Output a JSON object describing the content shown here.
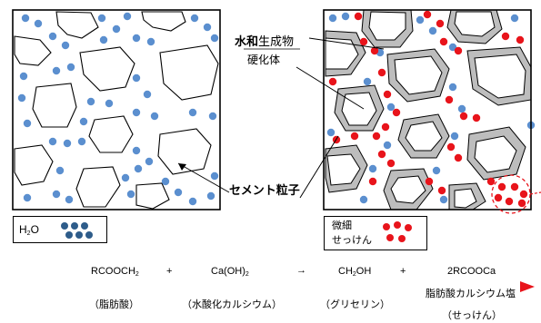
{
  "colors": {
    "water": "#5b8fcf",
    "water_legend": "#2e5c8a",
    "soap": "#e8141b",
    "product": "#bdbdbd",
    "outline": "#000000"
  },
  "labels": {
    "hydration_product_line1_a": "水和",
    "hydration_product_line1_b": "生成物",
    "hydration_product_line2": "硬化体",
    "cement_particle": "セメント粒子",
    "soap_line1": "微細",
    "soap_line2": "せっけん"
  },
  "legend_water": {
    "formula_main": "H",
    "formula_sub": "2",
    "formula_end": "O"
  },
  "equation": {
    "reactant1_main": "RCOOCH",
    "reactant1_sub": "2",
    "plus1": "+",
    "reactant2_main": "Ca(OH)",
    "reactant2_sub": "2",
    "arrow": "→",
    "product1_main": "CH",
    "product1_sub": "2",
    "product1_end": "OH",
    "plus2": "+",
    "product2": "2RCOOCa",
    "name_reactant1": "（脂肪酸）",
    "name_reactant2": "（水酸化カルシウム）",
    "name_product1": "（グリセリン）",
    "name_product2_line1": "脂肪酸カルシウム塩",
    "name_product2_line2": "（せっけん）"
  }
}
